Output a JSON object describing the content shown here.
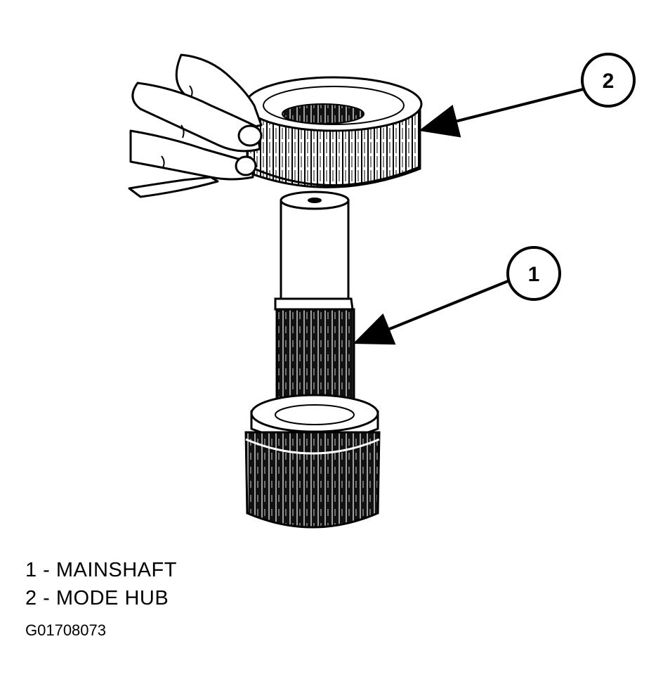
{
  "callouts": [
    {
      "number": "1"
    },
    {
      "number": "2"
    }
  ],
  "legend": [
    {
      "text": "1 - MAINSHAFT"
    },
    {
      "text": "2 - MODE HUB"
    }
  ],
  "figure_id": "G01708073",
  "colors": {
    "ink": "#000000",
    "paper": "#ffffff"
  }
}
